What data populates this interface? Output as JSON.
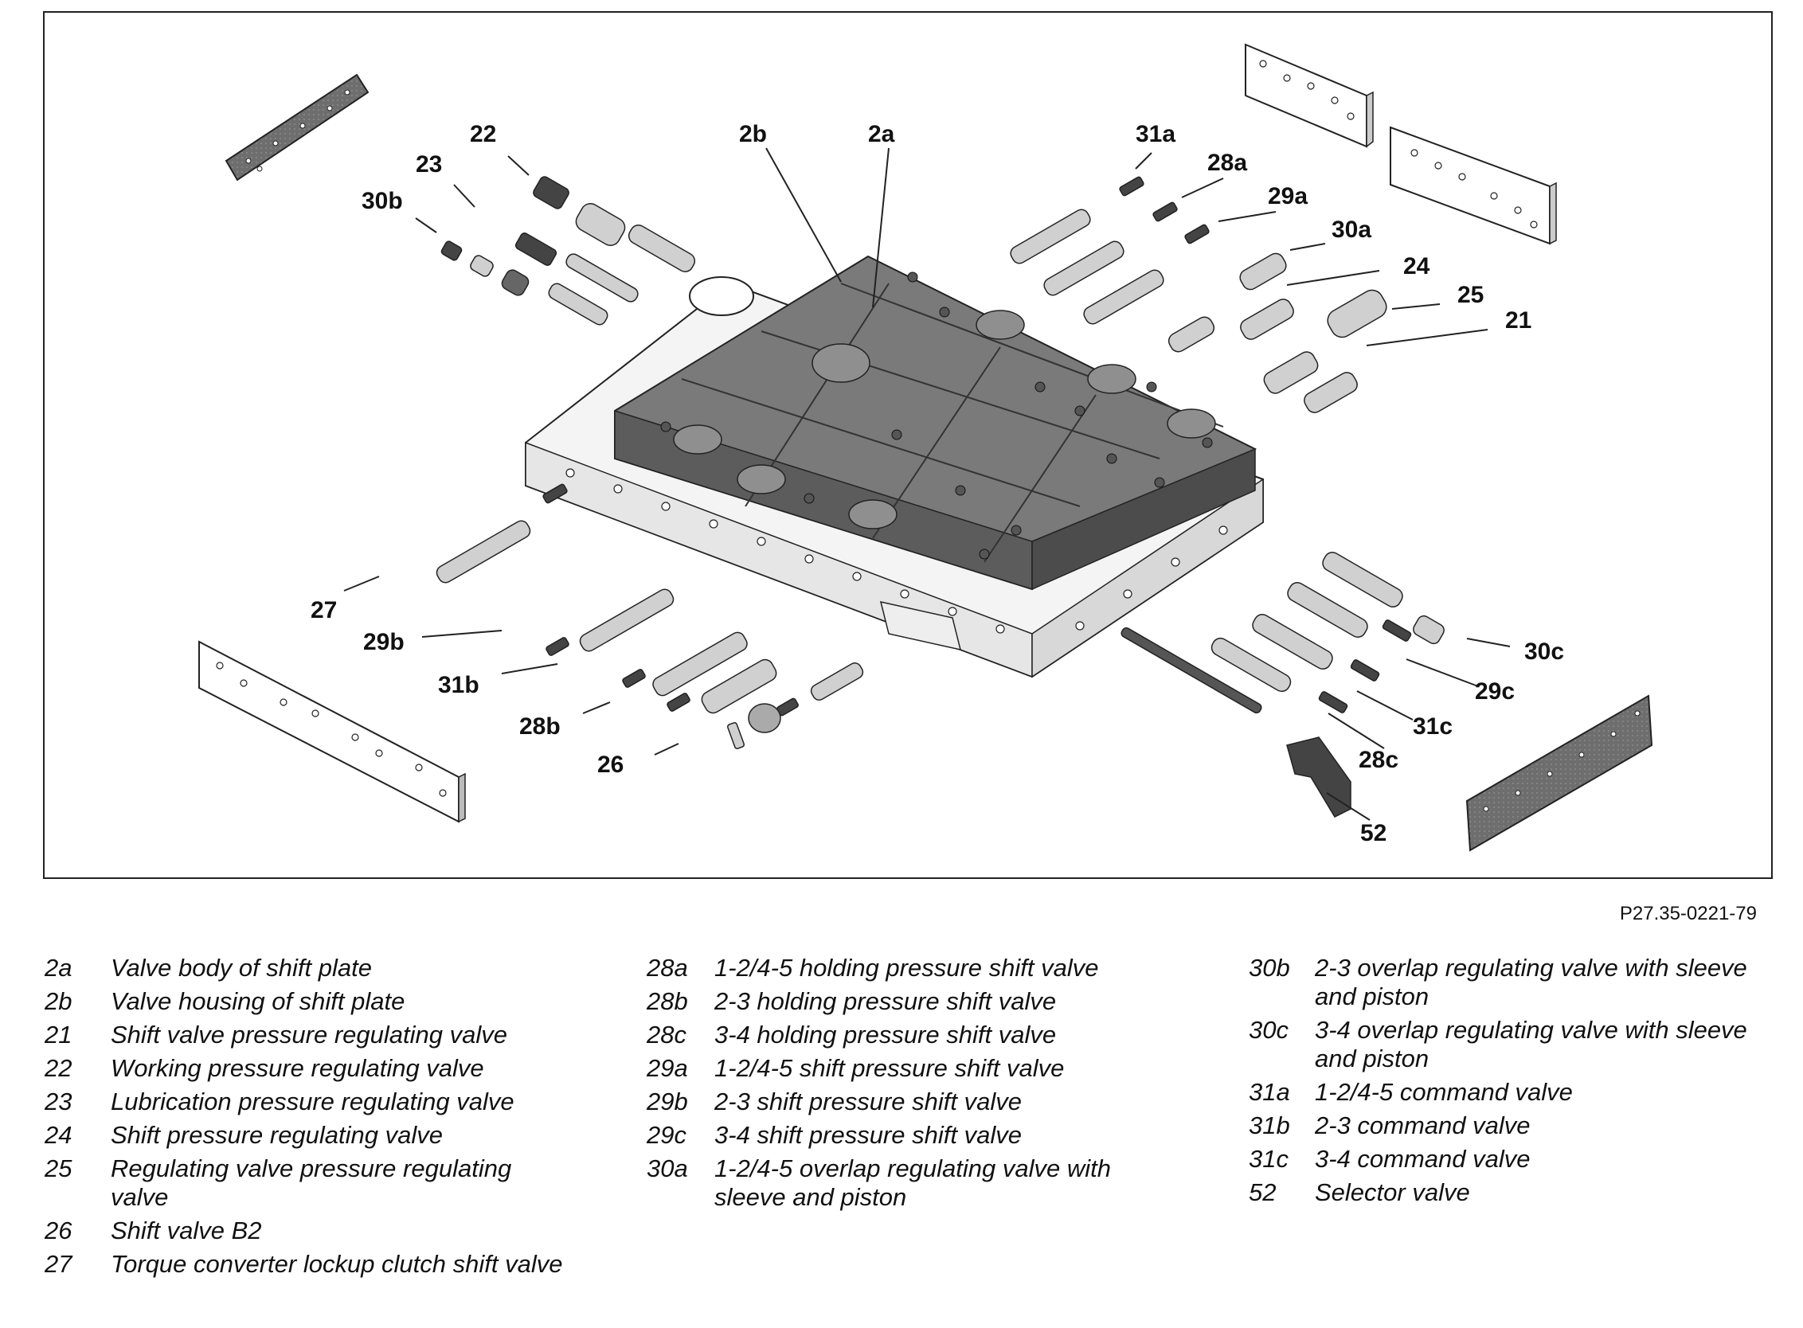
{
  "figure": {
    "code": "P27.35-0221-79",
    "callouts": [
      {
        "label": "22"
      },
      {
        "label": "23"
      },
      {
        "label": "30b"
      },
      {
        "label": "2b"
      },
      {
        "label": "2a"
      },
      {
        "label": "31a"
      },
      {
        "label": "28a"
      },
      {
        "label": "29a"
      },
      {
        "label": "30a"
      },
      {
        "label": "24"
      },
      {
        "label": "25"
      },
      {
        "label": "21"
      },
      {
        "label": "27"
      },
      {
        "label": "29b"
      },
      {
        "label": "31b"
      },
      {
        "label": "28b"
      },
      {
        "label": "26"
      },
      {
        "label": "30c"
      },
      {
        "label": "29c"
      },
      {
        "label": "31c"
      },
      {
        "label": "28c"
      },
      {
        "label": "52"
      }
    ]
  },
  "legend": {
    "col1": [
      {
        "code": "2a",
        "desc": "Valve body of shift plate"
      },
      {
        "code": "2b",
        "desc": "Valve housing of shift plate"
      },
      {
        "code": "21",
        "desc": "Shift valve pressure regulating valve"
      },
      {
        "code": "22",
        "desc": "Working pressure regulating valve"
      },
      {
        "code": "23",
        "desc": "Lubrication pressure regulating valve"
      },
      {
        "code": "24",
        "desc": "Shift pressure regulating valve"
      },
      {
        "code": "25",
        "desc": "Regulating valve pressure regulating valve"
      },
      {
        "code": "26",
        "desc": "Shift valve B2"
      },
      {
        "code": "27",
        "desc": "Torque converter lockup clutch shift valve"
      }
    ],
    "col2": [
      {
        "code": "28a",
        "desc": "1-2/4-5 holding pressure shift valve"
      },
      {
        "code": "28b",
        "desc": "2-3 holding pressure shift valve"
      },
      {
        "code": "28c",
        "desc": "3-4 holding pressure shift valve"
      },
      {
        "code": "29a",
        "desc": "1-2/4-5 shift pressure shift valve"
      },
      {
        "code": "29b",
        "desc": "2-3 shift pressure shift valve"
      },
      {
        "code": "29c",
        "desc": "3-4 shift pressure shift valve"
      },
      {
        "code": "30a",
        "desc": "1-2/4-5 overlap regulating valve with sleeve and piston"
      }
    ],
    "col3": [
      {
        "code": "30b",
        "desc": "2-3 overlap regulating valve with sleeve and piston"
      },
      {
        "code": "30c",
        "desc": "3-4 overlap regulating valve with sleeve and piston"
      },
      {
        "code": "31a",
        "desc": "1-2/4-5 command valve"
      },
      {
        "code": "31b",
        "desc": "2-3 command valve"
      },
      {
        "code": "31c",
        "desc": "3-4 command valve"
      },
      {
        "code": "52",
        "desc": "Selector valve"
      }
    ]
  }
}
